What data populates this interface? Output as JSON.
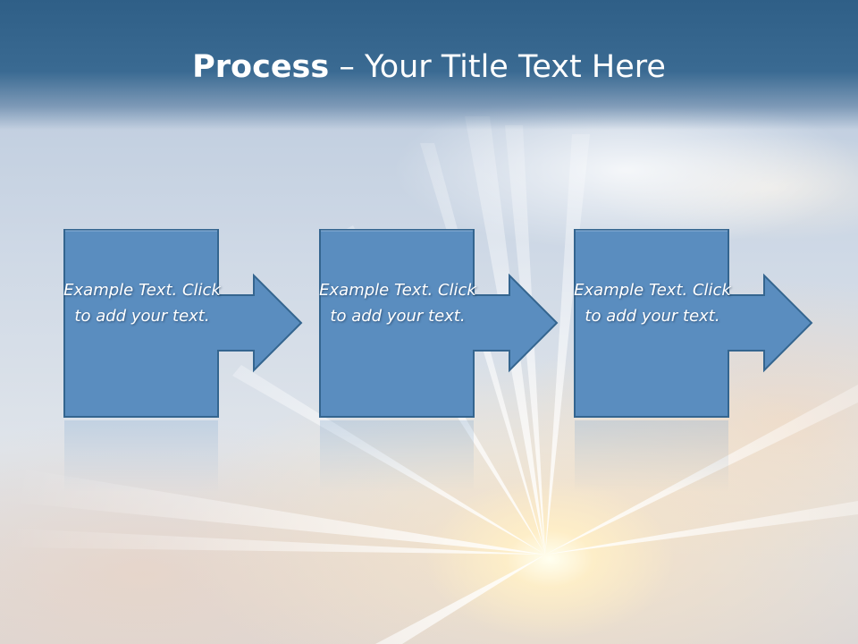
{
  "slide": {
    "title": {
      "bold": "Process",
      "separator": " – ",
      "rest": "Your Title Text Here"
    },
    "steps": [
      {
        "label": "Example Text. Click  to add your text."
      },
      {
        "label": "Example Text. Click  to add your text."
      },
      {
        "label": "Example Text. Click  to add your text."
      }
    ]
  },
  "colors": {
    "header": "#336690",
    "box_fill": "#5a8dbf",
    "box_border": "#34658f",
    "title_text": "#ffffff",
    "label_text": "#ffffff"
  }
}
